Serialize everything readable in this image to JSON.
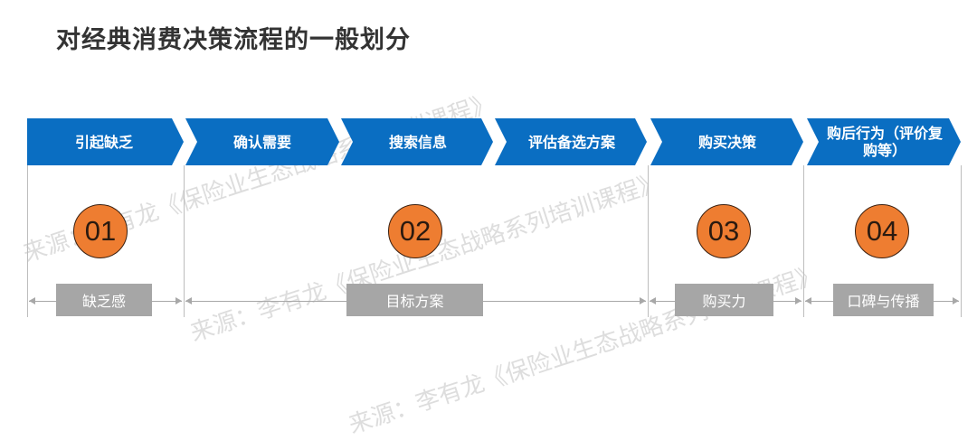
{
  "title": "对经典消费决策流程的一般划分",
  "colors": {
    "chevron": "#0A6EC2",
    "circle": "#EE7D31",
    "box": "#A6A6A6",
    "line": "#BDBDBD"
  },
  "steps": [
    {
      "label": "引起缺乏"
    },
    {
      "label": "确认需要"
    },
    {
      "label": "搜索信息"
    },
    {
      "label": "评估备选方案"
    },
    {
      "label": "购买决策"
    },
    {
      "label": "购后行为（评价复购等）"
    }
  ],
  "phases": [
    {
      "number": "01",
      "label": "缺乏感"
    },
    {
      "number": "02",
      "label": "目标方案"
    },
    {
      "number": "03",
      "label": "购买力"
    },
    {
      "number": "04",
      "label": "口碑与传播"
    }
  ],
  "watermark": "来源：李有龙《保险业生态战略系列培训课程》"
}
